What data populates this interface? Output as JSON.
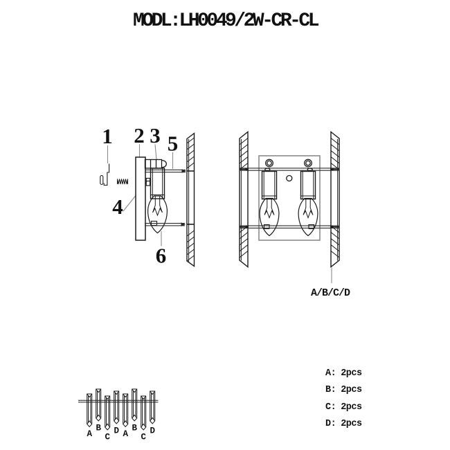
{
  "title": "MODL:LH0049/2W-CR-CL",
  "exploded_view": {
    "labels": [
      {
        "n": "1"
      },
      {
        "n": "2"
      },
      {
        "n": "3"
      },
      {
        "n": "4"
      },
      {
        "n": "5"
      },
      {
        "n": "6"
      }
    ]
  },
  "assembled_view": {
    "panel_label": "A/B/C/D"
  },
  "crystal_strand": {
    "items": [
      {
        "label": "A"
      },
      {
        "label": "B"
      },
      {
        "label": "C"
      },
      {
        "label": "D"
      },
      {
        "label": "A"
      },
      {
        "label": "B"
      },
      {
        "label": "C"
      },
      {
        "label": "D"
      }
    ]
  },
  "parts_list": {
    "items": [
      {
        "label": "A:",
        "qty": "2pcs"
      },
      {
        "label": "B:",
        "qty": "2pcs"
      },
      {
        "label": "C:",
        "qty": "2pcs"
      },
      {
        "label": "D:",
        "qty": "2pcs"
      }
    ]
  },
  "colors": {
    "line": "#1a1a1a",
    "leader": "#8a8a8a",
    "frame_gray": "#8a8a8a"
  }
}
